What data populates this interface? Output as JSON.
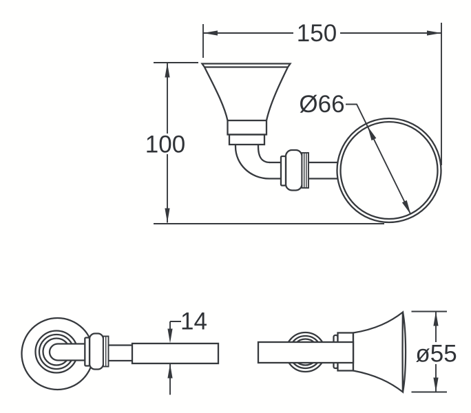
{
  "drawing": {
    "type": "technical-dimension-drawing",
    "subject": "wall-mounted tumbler holder",
    "colors": {
      "line": "#36393d",
      "background": "#ffffff"
    },
    "dimensions": {
      "overall_width": "150",
      "overall_height": "100",
      "ring_diameter": "Ø66",
      "rod_thickness": "14",
      "flange_diameter": "ø55"
    }
  }
}
